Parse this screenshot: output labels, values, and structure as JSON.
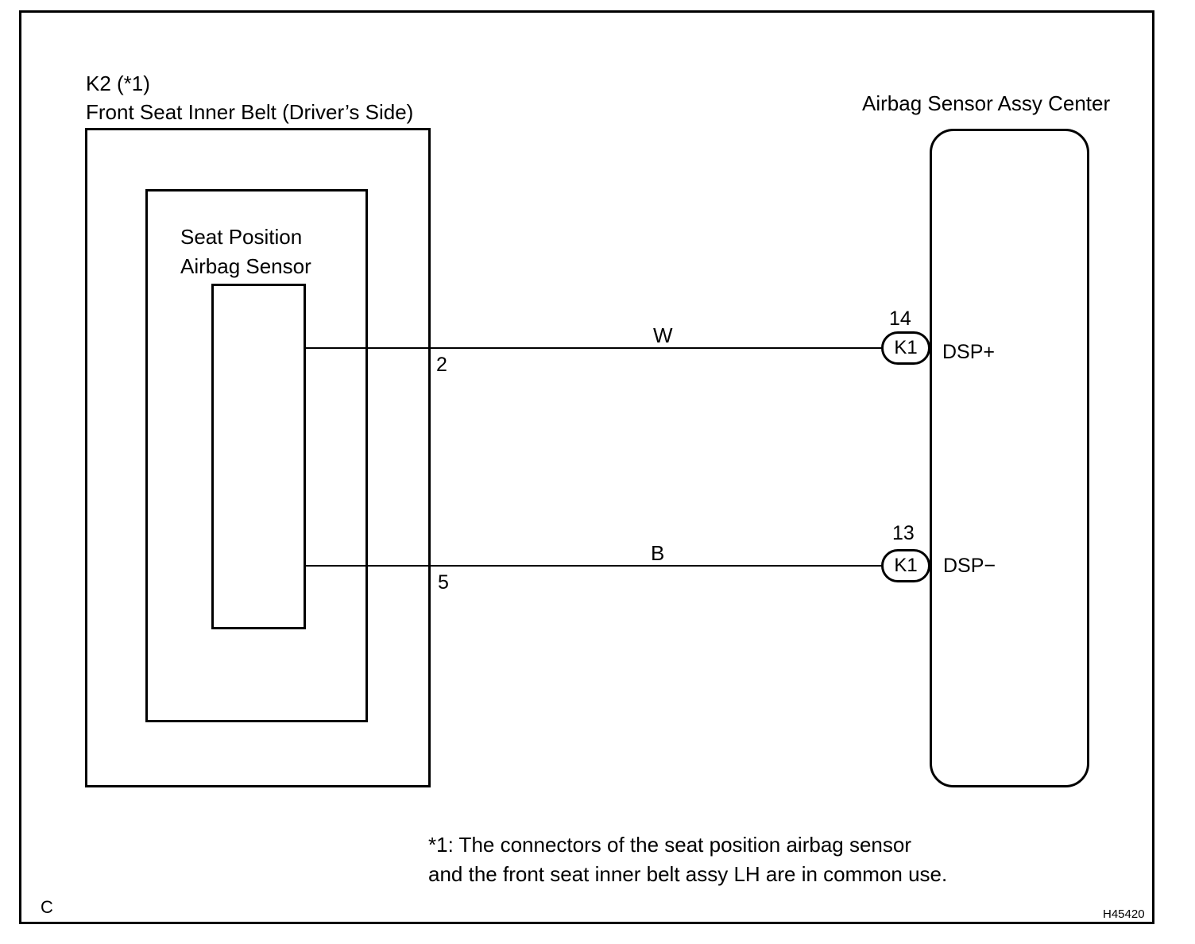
{
  "left_component": {
    "connector_ref": "K2 (*1)",
    "name": "Front Seat Inner Belt (Driver’s Side)",
    "sensor_line1": "Seat Position",
    "sensor_line2": "Airbag Sensor"
  },
  "right_component": {
    "name": "Airbag Sensor Assy Center"
  },
  "wires": [
    {
      "color": "W",
      "left_pin": "2",
      "right_pin": "14",
      "connector": "K1",
      "terminal": "DSP+"
    },
    {
      "color": "B",
      "left_pin": "5",
      "right_pin": "13",
      "connector": "K1",
      "terminal": "DSP−"
    }
  ],
  "footnote": {
    "line1": "*1: The connectors of the seat position airbag sensor",
    "line2": "and the front seat inner belt assy LH are in common use."
  },
  "corner_code": "C",
  "figure_id": "H45420"
}
